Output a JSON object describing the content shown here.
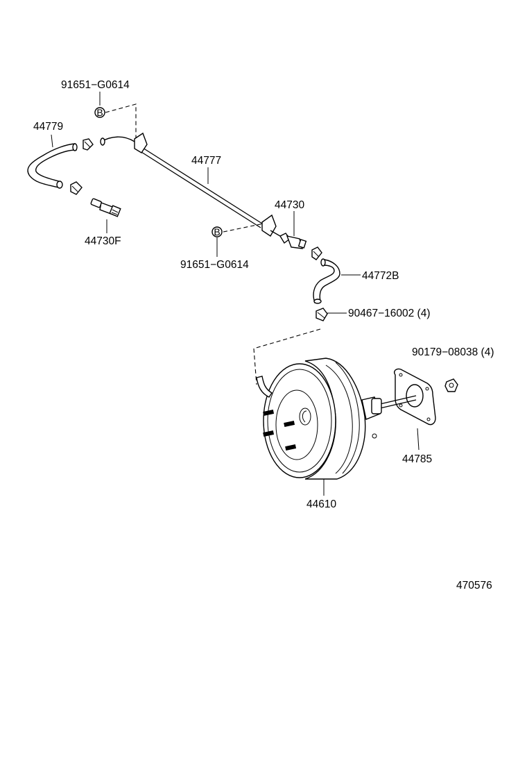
{
  "diagram": {
    "labels": {
      "clip_top": "91651−G0614",
      "hose_left": "44779",
      "pipe": "44777",
      "check_valve": "44730",
      "valve_left": "44730F",
      "clip_bottom": "91651−G0614",
      "hose_right": "44772B",
      "clamp": "90467−16002 (4)",
      "nut": "90179−08038 (4)",
      "gasket": "44785",
      "booster": "44610",
      "ref_number": "470576"
    },
    "callout_letter": "B"
  }
}
